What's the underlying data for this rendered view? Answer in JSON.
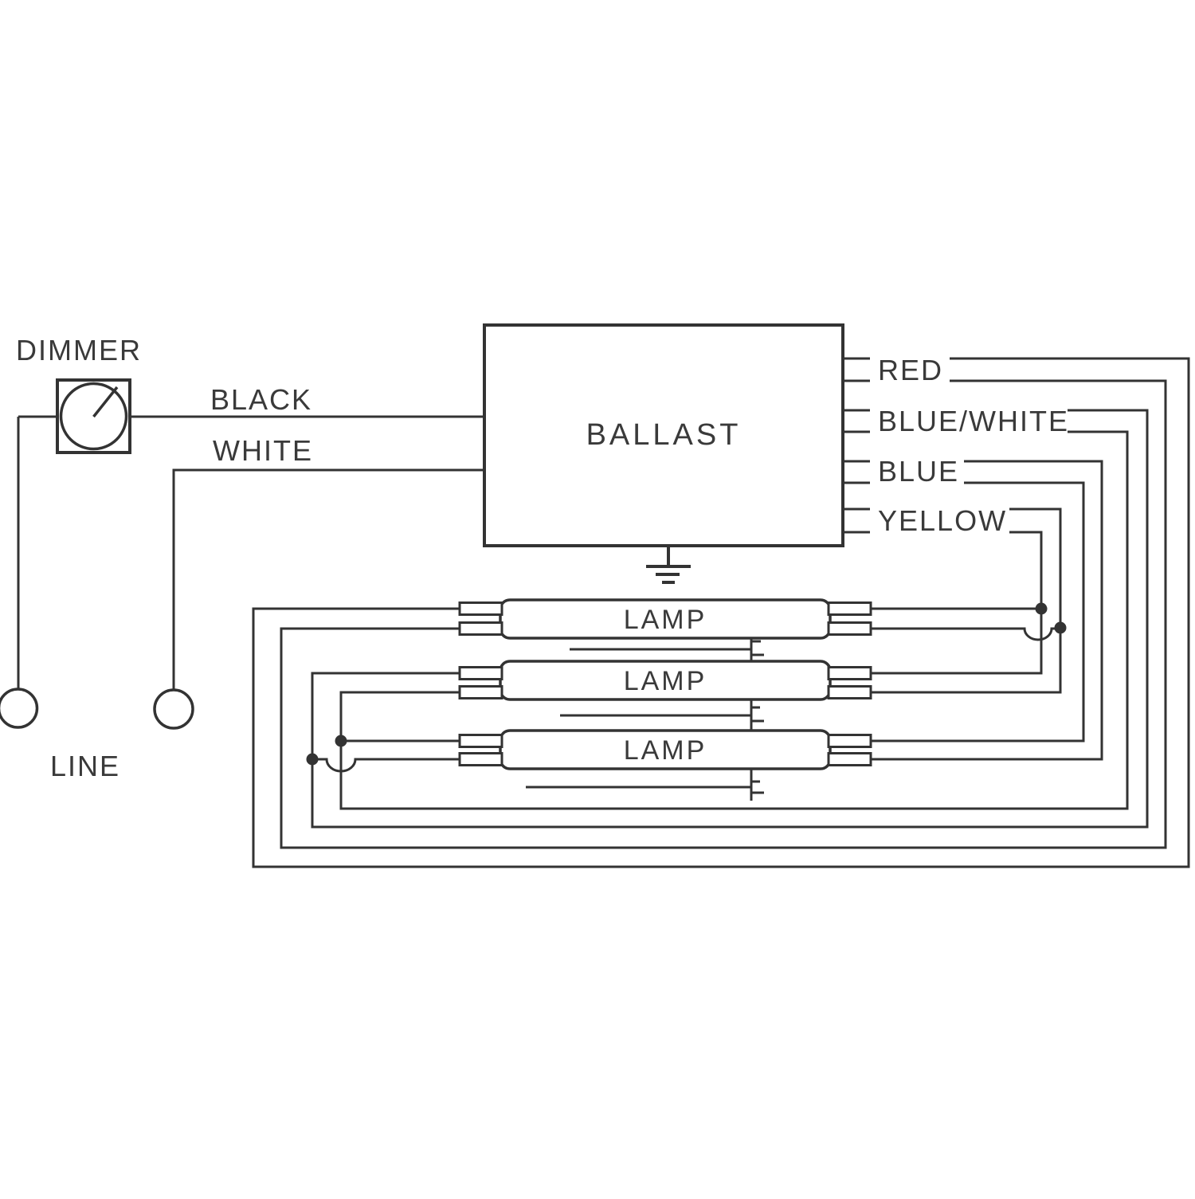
{
  "diagram": {
    "type": "ballast-lamp-wiring-diagram",
    "background": "#ffffff",
    "stroke_color": "#333333",
    "text_color": "#3a3a3a",
    "dimmer": {
      "label": "DIMMER"
    },
    "line_input": {
      "label": "LINE"
    },
    "input_wires": {
      "black": "BLACK",
      "white": "WHITE"
    },
    "ballast": {
      "label": "BALLAST"
    },
    "output_wires": {
      "red": "RED",
      "blue_white": "BLUE/WHITE",
      "blue": "BLUE",
      "yellow": "YELLOW"
    },
    "lamps": [
      {
        "label": "LAMP"
      },
      {
        "label": "LAMP"
      },
      {
        "label": "LAMP"
      }
    ]
  }
}
